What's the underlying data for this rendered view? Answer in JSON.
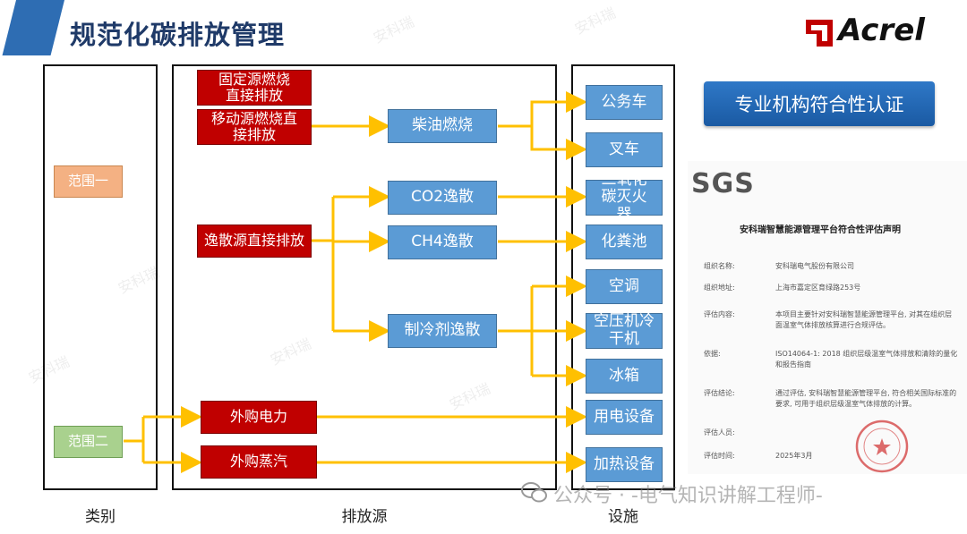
{
  "title": "规范化碳排放管理",
  "logo": {
    "text": "Acrel"
  },
  "columns": {
    "category": "类别",
    "source": "排放源",
    "facility": "设施"
  },
  "categories": {
    "scope1": "范围一",
    "scope2": "范围二"
  },
  "sources": {
    "fixed": "固定源燃烧直接排放",
    "mobile": "移动源燃烧直接排放",
    "fugitive": "逸散源直接排放",
    "purchased_power": "外购电力",
    "purchased_steam": "外购蒸汽"
  },
  "processes": {
    "diesel": "柴油燃烧",
    "co2": "CO2逸散",
    "ch4": "CH4逸散",
    "refrigerant": "制冷剂逸散"
  },
  "facilities": {
    "car": "公务车",
    "forklift": "叉车",
    "extinguisher": "二氧化碳灭火器",
    "septic": "化粪池",
    "ac": "空调",
    "compressor": "空压机冷干机",
    "fridge": "冰箱",
    "electric": "用电设备",
    "heating": "加热设备"
  },
  "cert": {
    "button": "专业机构符合性认证",
    "sgs": "SGS",
    "doc_title": "安科瑞智慧能源管理平台符合性评估声明",
    "rows": [
      {
        "k": "组织名称:",
        "v": "安科瑞电气股份有限公司"
      },
      {
        "k": "组织地址:",
        "v": "上海市嘉定区育绿路253号"
      },
      {
        "k": "评估内容:",
        "v": "本项目主要针对安科瑞智慧能源管理平台, 对其在组织层面温室气体排放核算进行合规评估。"
      },
      {
        "k": "依据:",
        "v": "ISO14064-1: 2018 组织层级温室气体排放和清除的量化和报告指南"
      },
      {
        "k": "评估结论:",
        "v": "通过评估, 安科瑞智慧能源管理平台, 符合相关国际标准的要求, 可用于组织层级温室气体排放的计算。"
      },
      {
        "k": "评估人员:",
        "v": ""
      },
      {
        "k": "评估时间:",
        "v": "2025年3月"
      }
    ]
  },
  "watermark": "安科瑞",
  "footer": "公众号 · -电气知识讲解工程师-",
  "colors": {
    "red": "#c00000",
    "blue": "#5b9bd5",
    "orange": "#f4b183",
    "green": "#a9d18e",
    "arrow": "#ffc000",
    "title": "#1f3a68"
  }
}
